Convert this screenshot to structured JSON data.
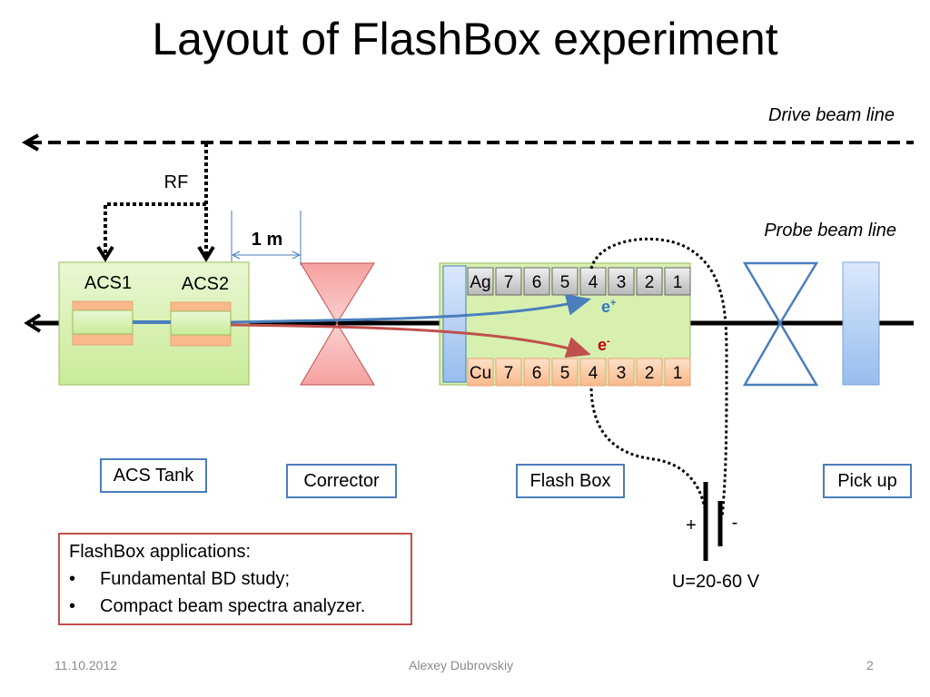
{
  "slide": {
    "title": "Layout of FlashBox experiment",
    "footer": {
      "date": "11.10.2012",
      "author": "Alexey Dubrovskiy",
      "page": "2"
    }
  },
  "diagram": {
    "drive_beam_label": "Drive beam line",
    "probe_beam_label": "Probe beam line",
    "rf_label": "RF",
    "distance_label": "1 m",
    "acs": [
      "ACS1",
      "ACS2"
    ],
    "flashbox": {
      "top_material": "Ag",
      "bottom_material": "Cu",
      "top_cells": [
        "7",
        "6",
        "5",
        "4",
        "3",
        "2",
        "1"
      ],
      "bottom_cells": [
        "7",
        "6",
        "5",
        "4",
        "3",
        "2",
        "1"
      ],
      "positron_label": "e",
      "positron_sup": "+",
      "electron_label": "e",
      "electron_sup": "-"
    },
    "battery": {
      "plus": "+",
      "minus": "-",
      "voltage": "U=20-60 V"
    },
    "component_labels": {
      "acs_tank": "ACS Tank",
      "corrector": "Corrector",
      "flash_box": "Flash Box",
      "pick_up": "Pick up"
    },
    "colors": {
      "positron": "#4a7ebb",
      "electron": "#c0504d",
      "tank_fill": "#d7f0b0",
      "corrector_fill": "#f7a6a6",
      "pickup_fill": "#a9c8f0"
    }
  },
  "applications": {
    "heading": "FlashBox applications:",
    "items": [
      "Fundamental BD study;",
      "Compact beam spectra analyzer."
    ],
    "bullet": "•"
  }
}
